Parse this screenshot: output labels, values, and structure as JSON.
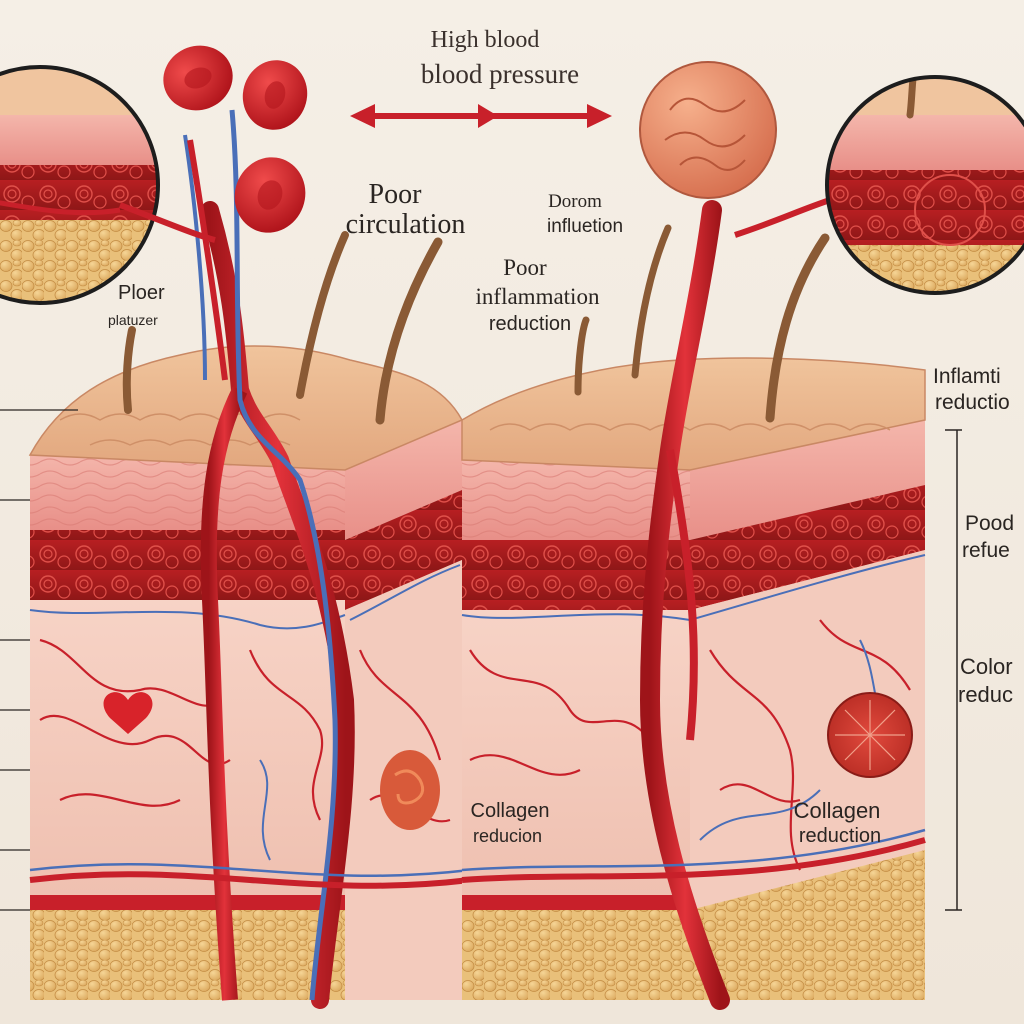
{
  "labels": {
    "top_title_line1": "High blood",
    "top_title_line2": "blood pressure",
    "poor_circulation_line1": "Poor",
    "poor_circulation_line2": "circulation",
    "dorom_line1": "Dorom",
    "dorom_line2": "influetion",
    "center_line1": "Poor",
    "center_line2": "inflammation",
    "center_line3": "reduction",
    "left_poor_line1": "Ploer",
    "left_poor_line2": "platuzer",
    "right_inflam_line1": "Inflamti",
    "right_inflam_line2": "reductio",
    "right_poor_line1": "Pood",
    "right_poor_line2": "refue",
    "right_color_line1": "Color",
    "right_color_line2": "reduc",
    "collagen_left_line1": "Collagen",
    "collagen_left_line2": "reducion",
    "collagen_right_line1": "Collagen",
    "collagen_right_line2": "reduction"
  },
  "colors": {
    "background": "#f3ece2",
    "artery": "#c8202a",
    "vein": "#4a6fb8",
    "epidermis": "#e9b58a",
    "dermis": "#f2c3b4",
    "fat": "#e7c07a"
  }
}
